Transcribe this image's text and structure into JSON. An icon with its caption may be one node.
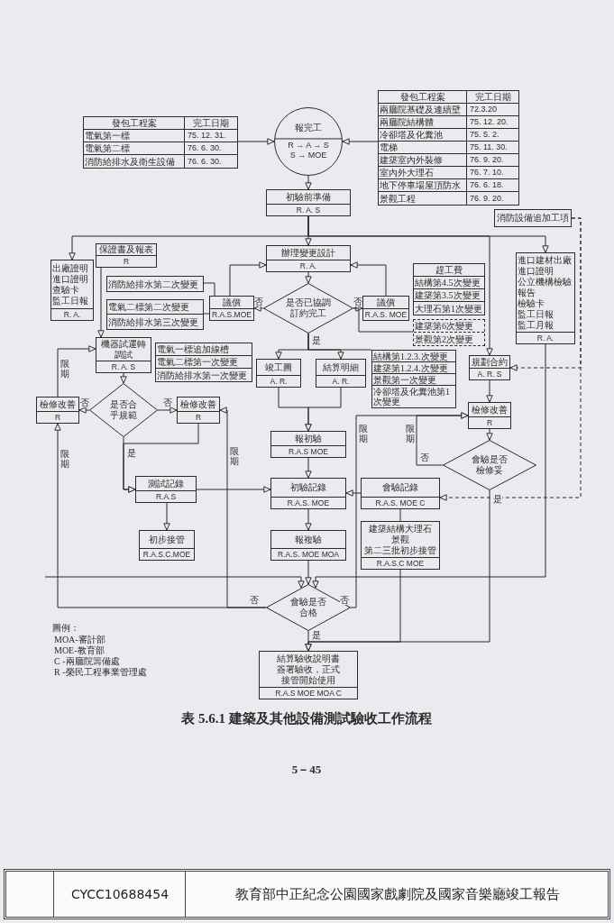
{
  "diagram": {
    "caption": "表 5.6.1 建築及其他設備測試驗收工作流程",
    "nodes": [
      {
        "text": [
          "發包工程案",
          "完工日期",
          "電氣第一標",
          "75. 12. 31.",
          "電氣第二標",
          "76. 6. 30.",
          "消防給排水及衛生設備",
          "76. 6. 30."
        ]
      },
      {
        "text": [
          "報完工",
          "R → A → S",
          "S → MOE"
        ]
      },
      {
        "text": [
          "發包工程案",
          "完工日期",
          "兩廳院基礎及連續壁",
          "72.3.20",
          "兩廳院結構體",
          "75. 12. 20.",
          "冷卻塔及化糞池",
          "75. 5. 2.",
          "電梯",
          "75. 11. 30.",
          "建築室內外裝修",
          "76. 9. 20.",
          "室內外大理石",
          "76. 7. 10.",
          "地下停車場屋頂防水",
          "76. 6. 18.",
          "景觀工程",
          "76. 9. 20."
        ]
      },
      {
        "text": [
          "初驗前準備",
          "R. A. S"
        ]
      },
      {
        "text": [
          "消防設備追加工項"
        ]
      },
      {
        "text": [
          "保證書及報表",
          "R"
        ]
      },
      {
        "text": [
          "出廠證明",
          "進口證明",
          "查驗卡",
          "監工日報",
          "R. A."
        ]
      },
      {
        "text": [
          "辦理變更設計",
          "R. A."
        ]
      },
      {
        "text": [
          "消防給排水第二次變更"
        ]
      },
      {
        "text": [
          "電氣二標第二次變更",
          "消防給排水第三次變更"
        ]
      },
      {
        "text": [
          "議價",
          "R.A.S.MOE"
        ]
      },
      {
        "text": [
          "是否已協調訂約完工"
        ]
      },
      {
        "text": [
          "議價",
          "R.A.S. MOE"
        ]
      },
      {
        "text": [
          "趕工費",
          "結構第4.5次變更",
          "建築第3.5次變更",
          "大理石第1次變更"
        ]
      },
      {
        "text": [
          "建築第6次變更",
          "景觀第2次變更"
        ]
      },
      {
        "text": [
          "進口建材出廠",
          "進口證明",
          "公立機構檢驗報告",
          "檢驗卡",
          "監工日報",
          "監工月報",
          "R. A."
        ]
      },
      {
        "text": [
          "電氣一標追加線槽",
          "電氣二標第一次變更",
          "消防給排水第一次變更"
        ]
      },
      {
        "text": [
          "機器試運轉調試",
          "R. A. S"
        ]
      },
      {
        "text": [
          "竣工圖",
          "A. R."
        ]
      },
      {
        "text": [
          "結算明細",
          "A. R."
        ]
      },
      {
        "text": [
          "結構第1.2.3.次變更",
          "建築第1.2.4.次變更",
          "景觀第一次變更",
          "冷卻塔及化糞池第1次變更"
        ]
      },
      {
        "text": [
          "規劃合約",
          "A. R. S"
        ]
      },
      {
        "text": [
          "檢修改善",
          "R"
        ]
      },
      {
        "text": [
          "是否合乎規範"
        ]
      },
      {
        "text": [
          "檢修改善",
          "R"
        ]
      },
      {
        "text": [
          "檢修改善",
          "R"
        ]
      },
      {
        "text": [
          "會驗是否檢修妥"
        ]
      },
      {
        "text": [
          "報初驗",
          "R.A.S MOE"
        ]
      },
      {
        "text": [
          "測試記錄",
          "R.A.S"
        ]
      },
      {
        "text": [
          "初驗記錄",
          "R.A.S. MOE"
        ]
      },
      {
        "text": [
          "會驗記錄",
          "R.A.S. MOE C"
        ]
      },
      {
        "text": [
          "初步接管",
          "R.A.S.C.MOE"
        ]
      },
      {
        "text": [
          "報複驗",
          "R.A.S. MOE MOA"
        ]
      },
      {
        "text": [
          "建築結構大理石景觀",
          "第二三批初步接管",
          "R.A.S.C MOE"
        ]
      },
      {
        "text": [
          "會驗是否合格"
        ]
      },
      {
        "text": [
          "結算驗收說明書簽署驗收，正式接管開始使用",
          "R.A.S MOE MOA C"
        ]
      }
    ],
    "edges": [
      {
        "from": 0,
        "to": 1,
        "arrow": "to"
      },
      {
        "from": 2,
        "to": 1,
        "arrow": "to"
      },
      {
        "from": 1,
        "to": 3,
        "arrow": "to"
      },
      {
        "from": 3,
        "to": 6,
        "arrow": "to"
      },
      {
        "from": 3,
        "to": 7,
        "arrow": "to"
      },
      {
        "from": 3,
        "to": 15,
        "arrow": "to"
      },
      {
        "from": 3,
        "to": 21,
        "arrow": "to"
      },
      {
        "from": 4,
        "to": 21,
        "arrow": "to",
        "style": "dashed"
      },
      {
        "from": 4,
        "to": 30,
        "arrow": "to",
        "style": "dashed"
      },
      {
        "from": 5,
        "to": 17,
        "arrow": "to"
      },
      {
        "from": 7,
        "to": 11,
        "arrow": "to"
      },
      {
        "from": 11,
        "to": 10,
        "arrow": "to",
        "label": "否"
      },
      {
        "from": 11,
        "to": 12,
        "arrow": "to",
        "label": "否"
      },
      {
        "from": 11,
        "to": 14,
        "arrow": "none"
      },
      {
        "from": 10,
        "to": 7,
        "arrow": "to"
      },
      {
        "from": 12,
        "to": 7,
        "arrow": "to"
      },
      {
        "from": 8,
        "to": 10,
        "arrow": "none"
      },
      {
        "from": 9,
        "to": 10,
        "arrow": "none"
      },
      {
        "from": 11,
        "to": 20,
        "arrow": "none"
      },
      {
        "from": 11,
        "to": 18,
        "arrow": "to",
        "label": "是"
      },
      {
        "from": 11,
        "to": 19,
        "arrow": "to"
      },
      {
        "from": 18,
        "to": 27,
        "arrow": "to"
      },
      {
        "from": 19,
        "to": 27,
        "arrow": "to"
      },
      {
        "from": 17,
        "to": 23,
        "arrow": "to"
      },
      {
        "from": 23,
        "to": 22,
        "arrow": "to",
        "label": "否"
      },
      {
        "from": 23,
        "to": 24,
        "arrow": "to",
        "label": "否"
      },
      {
        "from": 22,
        "to": 17,
        "arrow": "to",
        "label": "限期"
      },
      {
        "from": 23,
        "to": 28,
        "arrow": "to",
        "label": "是"
      },
      {
        "from": 24,
        "to": 28,
        "arrow": "to"
      },
      {
        "from": 21,
        "to": 25,
        "arrow": "to"
      },
      {
        "from": 25,
        "to": 26,
        "arrow": "to"
      },
      {
        "from": 26,
        "to": 25,
        "arrow": "to",
        "label": "否"
      },
      {
        "from": 26,
        "to": 35,
        "arrow": "to",
        "label": "是"
      },
      {
        "from": 27,
        "to": 29,
        "arrow": "to"
      },
      {
        "from": 28,
        "to": 29,
        "arrow": "to"
      },
      {
        "from": 28,
        "to": 31,
        "arrow": "to"
      },
      {
        "from": 30,
        "to": 29,
        "arrow": "to"
      },
      {
        "from": 30,
        "to": 33,
        "arrow": "none"
      },
      {
        "from": 29,
        "to": 32,
        "arrow": "to"
      },
      {
        "from": 32,
        "to": 34,
        "arrow": "to"
      },
      {
        "from": null,
        "to": 34,
        "arrow": "to"
      },
      {
        "from": 15,
        "to": 34,
        "arrow": "to"
      },
      {
        "from": 34,
        "to": 22,
        "arrow": "to",
        "label": "否"
      },
      {
        "from": 34,
        "to": 24,
        "arrow": "to"
      },
      {
        "from": 34,
        "to": 25,
        "arrow": "to",
        "label": "否"
      },
      {
        "from": 33,
        "to": 35,
        "arrow": "to"
      },
      {
        "from": 34,
        "to": 35,
        "arrow": "to",
        "label": "是"
      }
    ],
    "labels": [
      "限期",
      "限期",
      "限期",
      "限期",
      "圖例：",
      "5－45",
      "CYCC10688454",
      "教育部中正紀念公園國家戲劇院及國家音樂廳竣工報告"
    ],
    "legend": [
      {
        "text": "MOA-審計部"
      },
      {
        "text": "MOE-教育部"
      },
      {
        "text": "C -兩廳院籌備處"
      },
      {
        "text": "R -榮民工程事業管理處"
      }
    ]
  }
}
